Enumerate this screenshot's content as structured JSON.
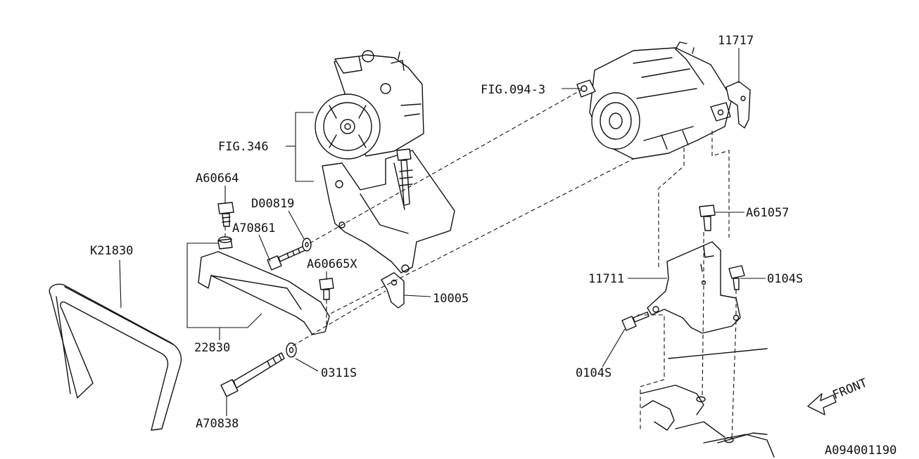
{
  "labels": {
    "fig_094_3": "FIG.094-3",
    "part_11717": "11717",
    "fig_346": "FIG.346",
    "a60664": "A60664",
    "d00819": "D00819",
    "a70861": "A70861",
    "k21830": "K21830",
    "a60665x": "A60665X",
    "part_10005": "10005",
    "part_22830": "22830",
    "part_0311s": "0311S",
    "a70838": "A70838",
    "a61057": "A61057",
    "part_11711": "11711",
    "part_0104s_right": "0104S",
    "part_0104s_left": "0104S",
    "front": "FRONT",
    "diagram_code": "A094001190"
  }
}
